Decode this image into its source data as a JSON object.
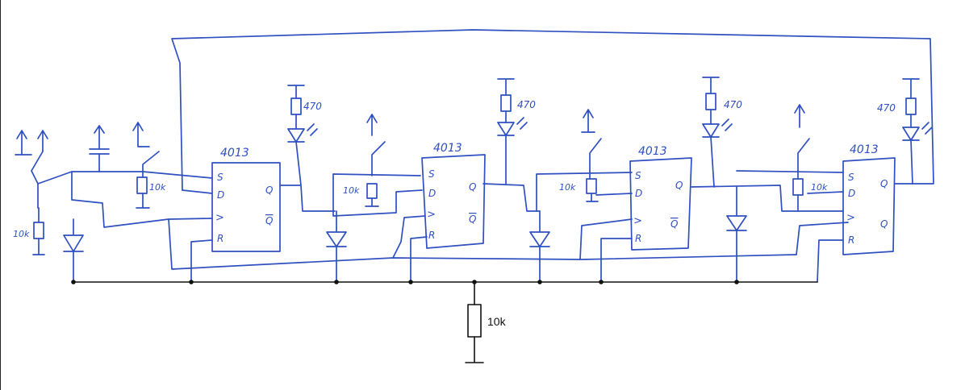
{
  "flipflops": [
    {
      "chip": "4013",
      "pins": {
        "s": "S",
        "d": "D",
        "clk": ">",
        "r": "R",
        "q": "Q",
        "qbar": "Q"
      }
    },
    {
      "chip": "4013",
      "pins": {
        "s": "S",
        "d": "D",
        "clk": ">",
        "r": "R",
        "q": "Q",
        "qbar": "Q"
      }
    },
    {
      "chip": "4013",
      "pins": {
        "s": "S",
        "d": "D",
        "clk": ">",
        "r": "R",
        "q": "Q",
        "qbar": "Q"
      }
    },
    {
      "chip": "4013",
      "pins": {
        "s": "S",
        "d": "D",
        "clk": ">",
        "r": "R",
        "q": "Q",
        "qbar": "Q"
      }
    }
  ],
  "led_resistors": [
    "470",
    "470",
    "470",
    "470"
  ],
  "pulldown_resistors": [
    "10k",
    "10k",
    "10k",
    "10k"
  ],
  "input_resistor": "10k",
  "common_resistor": "10k"
}
